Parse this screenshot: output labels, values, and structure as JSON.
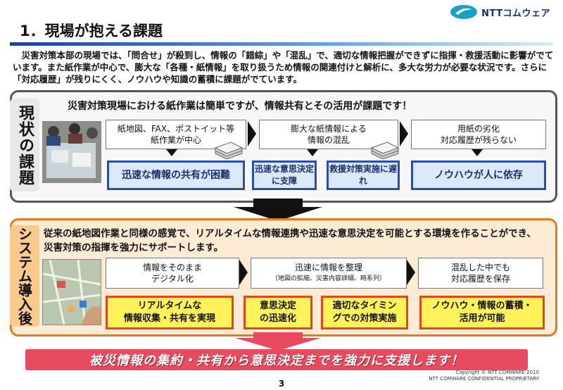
{
  "header": {
    "logo_text": "NTTコムウェア",
    "title": "1．現場が抱える課題"
  },
  "intro": [
    "災害対策本部の現場では、「問合せ」が殺到し、情報の「錯綜」や「混乱」で、適切な情報把握ができずに指揮・救援活動に影響がでています。また紙作業が中心で、膨大な「各種・紙情報」を取り扱うため情報の関連付けと解析に、多大な労力が必要な状況です。さらに「対応履歴」が残りにくく、ノウハウや知識の蓄積に課題がでています。"
  ],
  "current": {
    "side_label": "現状の課題",
    "headline": "災害対策現場における紙作業は簡単ですが、情報共有とその活用が課題です！",
    "steps": [
      {
        "line1": "紙地図、FAX、ポストイット等",
        "line2": "紙作業が中心"
      },
      {
        "line1": "膨大な紙情報による",
        "line2": "情報の混乱"
      },
      {
        "line1": "用紙の劣化",
        "line2": "対応履歴が残らない"
      }
    ],
    "issues": [
      "迅速な情報の共有が困難",
      "迅速な意思決定に支障",
      "救援対策実施に遅れ",
      "ノウハウが人に依存"
    ]
  },
  "after": {
    "side_label": "システム導入後",
    "headline": "従来の紙地図作業と同様の感覚で、リアルタイムな情報連携や迅速な意思決定を可能とする環境を作ることができ、災害対策の指揮を強力にサポートします。",
    "steps": [
      {
        "line1": "情報をそのまま",
        "line2": "デジタル化",
        "sub": ""
      },
      {
        "line1": "迅速に情報を整理",
        "line2": "",
        "sub": "（地図の拡縮、災害内容詳細、時系列）"
      },
      {
        "line1": "混乱した中でも",
        "line2": "対応履歴を保存",
        "sub": ""
      }
    ],
    "benefits": [
      {
        "l1": "リアルタイムな",
        "l2": "情報収集・共有を実現"
      },
      {
        "l1": "意思決定",
        "l2": "の迅速化"
      },
      {
        "l1": "適切なタイミン",
        "l2": "グでの対策実施"
      },
      {
        "l1": "ノウハウ・情報の蓄積・",
        "l2": "活用が可能"
      }
    ]
  },
  "banner": "被災情報の集約・共有から意思決定までを強力に支援します！",
  "footer": {
    "copyright": "Copyright © NTT COMWARE 2010",
    "confidential": "NTT COMWARE CONFIDENTIAL PROPRIETARY",
    "page": "3"
  },
  "colors": {
    "blue": "#2b4fa8",
    "orange": "#e6781e",
    "banner": "#e84a5f",
    "yellow": "#fff25a"
  }
}
